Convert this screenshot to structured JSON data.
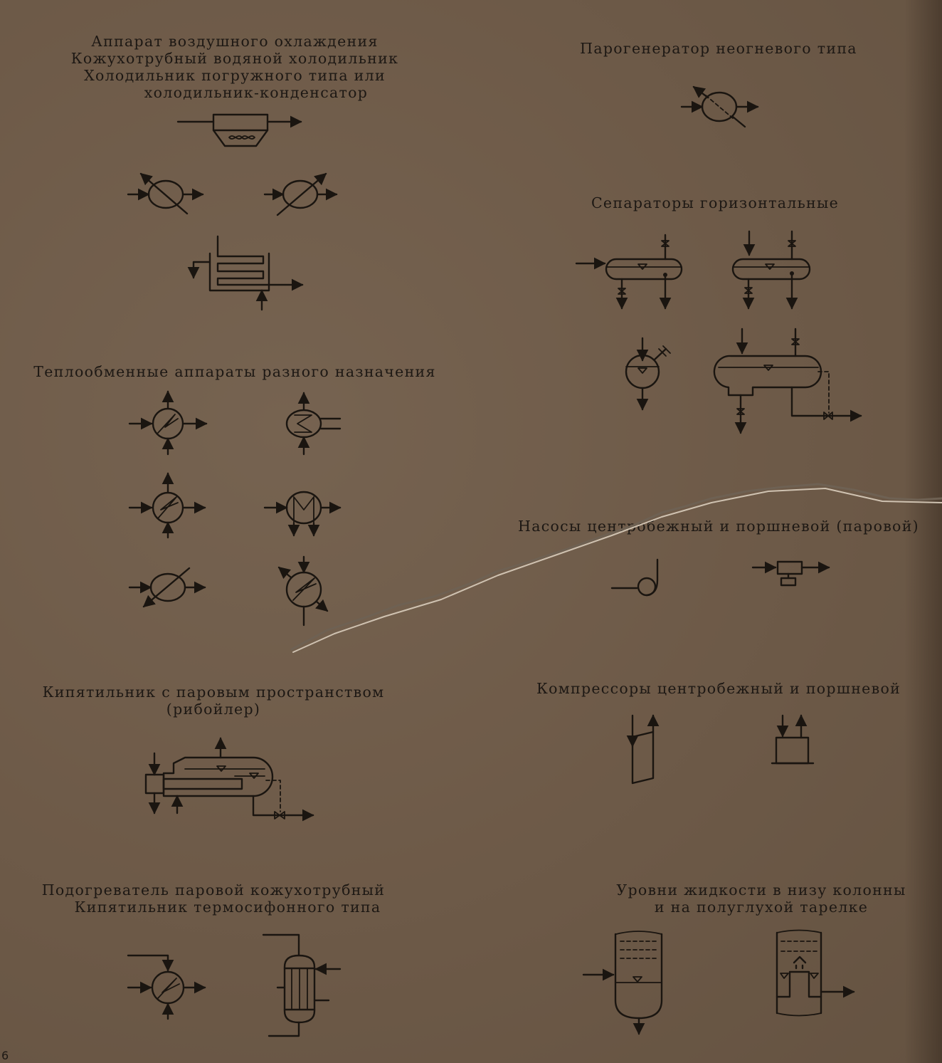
{
  "captions": {
    "air_cooling": [
      "Аппарат воздушного охлаждения",
      "Кожухотрубный водяной холодильник",
      "Холодильник погружного типа или",
      "холодильник-конденсатор"
    ],
    "steam_generator": "Парогенератор неогневого типа",
    "separators": "Сепараторы горизонтальные",
    "heat_exchangers": "Теплообменные аппараты разного назначения",
    "pumps": "Насосы центробежный и поршневой (паровой)",
    "reboiler": [
      "Кипятильник с паровым пространством",
      "(рибойлер)"
    ],
    "compressors": "Компрессоры центробежный и поршневой",
    "heater": [
      "Подогреватель паровой кожухотрубный",
      "Кипятильник термосифонного типа"
    ],
    "levels": [
      "Уровни жидкости в низу колонны",
      "и на полуглухой тарелке"
    ]
  },
  "page_number": "6"
}
